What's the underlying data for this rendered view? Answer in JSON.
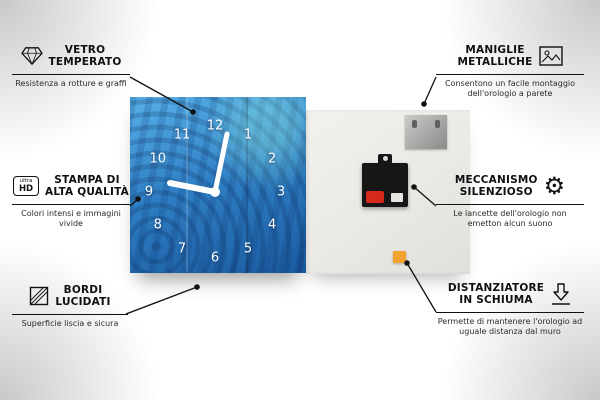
{
  "meta": {
    "language": "it",
    "type": "wall-clock-product-infographic"
  },
  "product": {
    "clock_numbers": [
      "1",
      "2",
      "3",
      "4",
      "5",
      "6",
      "7",
      "8",
      "9",
      "10",
      "11",
      "12"
    ],
    "colors": {
      "clock_face_light": "#57b0e8",
      "clock_face_dark": "#1b5ba0",
      "back_panel": "#ebe9e5",
      "mechanism": "#161616",
      "battery": "#d6281c",
      "spacer": "#f2a22e",
      "bracket_light": "#cbcbc9",
      "bracket_dark": "#8a8a88",
      "line": "#111111"
    }
  },
  "callouts": [
    {
      "id": "vetro-temperato",
      "icon": "diamond-icon",
      "title_line1": "VETRO",
      "title_line2": "TEMPERATO",
      "subtitle": "Resistenza a rotture e graffi"
    },
    {
      "id": "stampa-alta-qualita",
      "icon": "ultra-hd-icon",
      "icon_text_top": "ultra",
      "icon_text_bottom": "HD",
      "title_line1": "STAMPA DI",
      "title_line2": "ALTA QUALITÀ",
      "subtitle": "Colori intensi e immagini vivide"
    },
    {
      "id": "bordi-lucidati",
      "icon": "polished-edge-icon",
      "title_line1": "BORDI",
      "title_line2": "LUCIDATI",
      "subtitle": "Superficie liscia e sicura"
    },
    {
      "id": "maniglie-metalliche",
      "icon": "picture-frame-icon",
      "title_line1": "MANIGLIE",
      "title_line2": "METALLICHE",
      "subtitle": "Consentono un facile montaggio dell'orologio a parete"
    },
    {
      "id": "meccanismo-silenzioso",
      "icon": "gear-icon",
      "gear_glyph": "⚙",
      "title_line1": "MECCANISMO",
      "title_line2": "SILENZIOSO",
      "subtitle": "Le lancette dell'orologio non emetton alcun suono"
    },
    {
      "id": "distanziatore-schiuma",
      "icon": "foam-spacer-arrow-icon",
      "title_line1": "DISTANZIATORE",
      "title_line2": "IN SCHIUMA",
      "subtitle": "Permette di mantenere l'orologio ad uguale distanza dal muro"
    }
  ]
}
